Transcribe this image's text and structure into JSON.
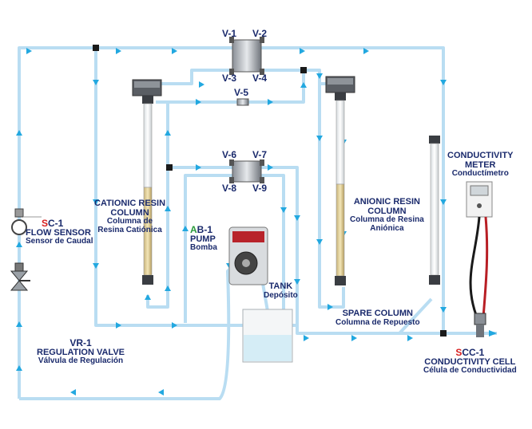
{
  "colors": {
    "pipe": "#b9ddf2",
    "arrow": "#22a8e0",
    "text": "#1a2a6c",
    "code_red": "#d81e1e",
    "code_green": "#2a9a3a"
  },
  "valves": {
    "v1": "V-1",
    "v2": "V-2",
    "v3": "V-3",
    "v4": "V-4",
    "v5": "V-5",
    "v6": "V-6",
    "v7": "V-7",
    "v8": "V-8",
    "v9": "V-9"
  },
  "components": {
    "cationic": {
      "title1": "CATIONIC RESIN",
      "title2": "COLUMN",
      "sub1": "Columna de",
      "sub2": "Resina Catiónica"
    },
    "anionic": {
      "title1": "ANIONIC RESIN",
      "title2": "COLUMN",
      "sub1": "Columna de Resina",
      "sub2": "Aniónica"
    },
    "flow_sensor": {
      "code_letter": "S",
      "code_rest": "C-1",
      "title": "FLOW SENSOR",
      "sub": "Sensor de Caudal"
    },
    "pump": {
      "code_letter": "A",
      "code_rest": "B-1",
      "title": "PUMP",
      "sub": "Bomba"
    },
    "tank": {
      "title": "TANK",
      "sub": "Depósito"
    },
    "regulation_valve": {
      "code": "VR-1",
      "title": "REGULATION VALVE",
      "sub": "Válvula de Regulación"
    },
    "spare_column": {
      "title": "SPARE COLUMN",
      "sub": "Columna de Repuesto"
    },
    "conductivity_meter": {
      "title1": "CONDUCTIVITY",
      "title2": "METER",
      "sub": "Conductímetro"
    },
    "conductivity_cell": {
      "code_letter": "S",
      "code_rest": "CC-1",
      "title": "CONDUCTIVITY CELL",
      "sub": "Célula de Conductividad"
    }
  }
}
